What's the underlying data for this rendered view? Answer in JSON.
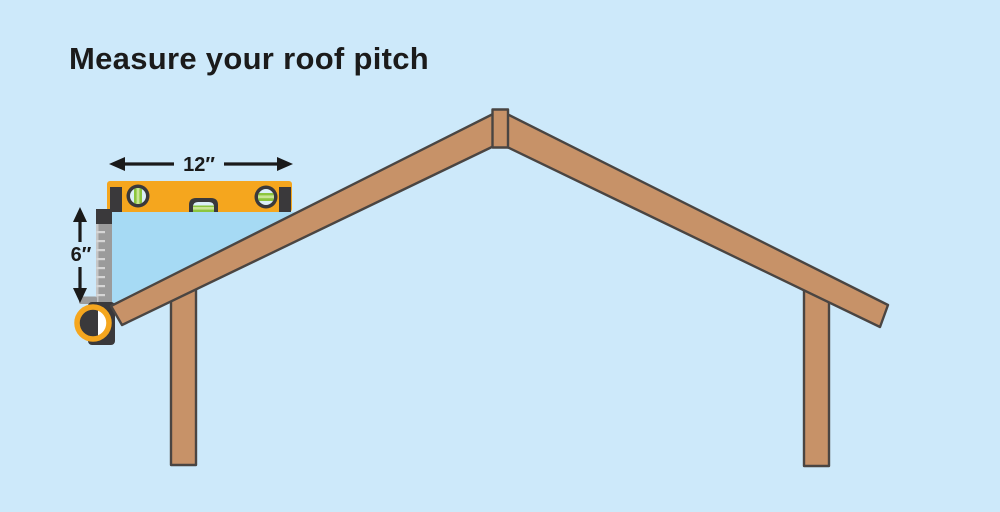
{
  "title": "Measure your roof pitch",
  "dimensions": {
    "run_label": "12″",
    "rise_label": "6″"
  },
  "icons": {
    "spirit_level": "spirit-level-icon",
    "tape_measure": "tape-measure-icon",
    "ruler": "ruler-strip-icon",
    "arrows": "double-headed-arrow-icon"
  },
  "colors": {
    "background": "#cde9fa",
    "pitch_triangle": "#a6daf4",
    "wood": "#c79268",
    "wood_outline": "#4a4542",
    "level_orange": "#f5a61e",
    "dark_gray": "#3a393b",
    "vial_green": "#8cc63e",
    "vial_green_light": "#c9e593",
    "vial_window": "#dceff7",
    "ruler_gray": "#9b9b9b",
    "ruler_tick": "#d6d6d6",
    "arrow_text": "#1a1a1a"
  }
}
